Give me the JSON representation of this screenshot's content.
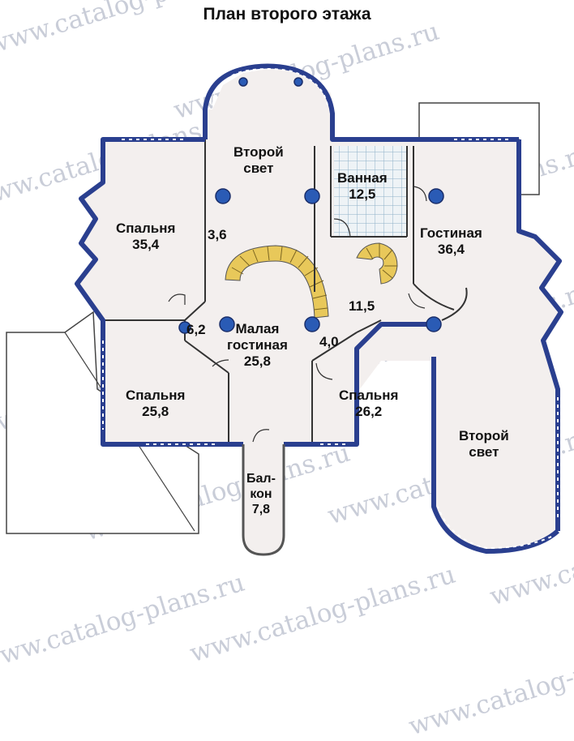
{
  "title": "План второго этажа",
  "watermark": "www.catalog-plans.ru",
  "colors": {
    "wall": "#2a3f8f",
    "wall_light": "#4a6fc8",
    "floor": "#f3efee",
    "stair": "#e8c85a",
    "tile_grid": "#8fb0c8",
    "roof": "#ffffff",
    "line": "#333333"
  },
  "rooms": {
    "second_light_top": {
      "name_1": "Второй",
      "name_2": "свет"
    },
    "bath": {
      "name": "Ванная",
      "area": "12,5"
    },
    "bedroom_nw": {
      "name": "Спальня",
      "area": "35,4"
    },
    "living": {
      "name": "Гостиная",
      "area": "36,4"
    },
    "small_living": {
      "name_1": "Малая",
      "name_2": "гостиная",
      "area": "25,8"
    },
    "bedroom_sw": {
      "name": "Спальня",
      "area": "25,8"
    },
    "bedroom_se": {
      "name": "Спальня",
      "area": "26,2"
    },
    "second_light_right": {
      "name_1": "Второй",
      "name_2": "свет"
    },
    "balcony": {
      "name_1": "Бал-",
      "name_2": "кон",
      "area": "7,8"
    }
  },
  "hall_areas": {
    "corridor_left": "3,6",
    "hall_right": "11,5",
    "niche_left": "6,2",
    "niche_right": "4,0"
  }
}
